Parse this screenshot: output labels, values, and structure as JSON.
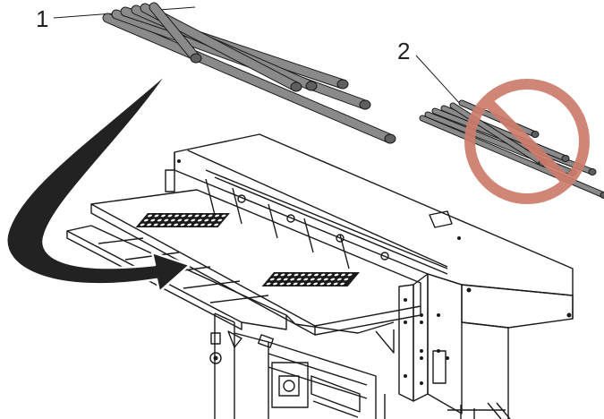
{
  "callouts": [
    {
      "label": "1"
    },
    {
      "label": "2"
    }
  ],
  "colors": {
    "bar": "#7f7f7f",
    "bar_end": "#5f5f5f",
    "prohibited": "#cd7c6c",
    "arrow": "#222222",
    "panel": "#ffffff",
    "outline": "#1a1a1a"
  },
  "icons": {
    "prohibited": "no-entry-circle-slash",
    "arrow": "curved-load-arrow"
  },
  "bundles": [
    {
      "name": "correct-bundle",
      "count": 6,
      "allowed": true
    },
    {
      "name": "incorrect-bundle",
      "count": 6,
      "allowed": false
    }
  ]
}
